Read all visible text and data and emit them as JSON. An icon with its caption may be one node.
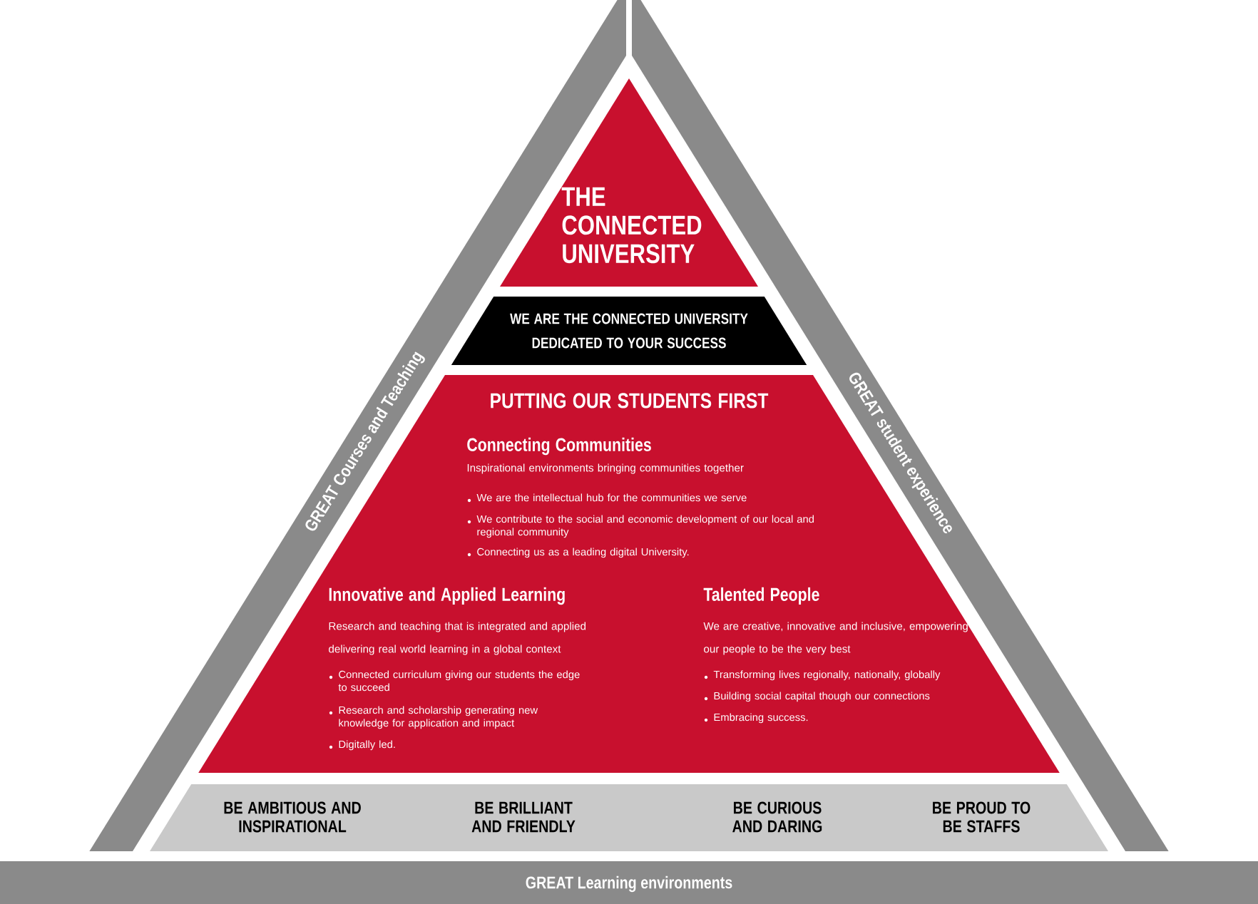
{
  "diagram": {
    "nodes": [
      {
        "text": [
          "THE CONNECTED UNIVERSITY"
        ]
      },
      {
        "text": [
          "WE ARE THE CONNECTED UNIVERSITY DEDICATED TO YOUR SUCCESS"
        ]
      },
      {
        "text": [
          "PUTTING OUR STUDENTS FIRST",
          "Connecting Communities",
          "Inspirational environments bringing communities together",
          "We are the intellectual hub for the communities we serve",
          "We contribute to the social and economic development of our local and regional community",
          "Connecting us as a leading digital University.",
          "Innovative and Applied Learning",
          "Research and teaching that is integrated and applied delivering real world learning in a global context",
          "Connected curriculum giving our students the edge to succeed",
          "Research and scholarship generating new knowledge for application and impact",
          "Digitally led.",
          "Talented People",
          "We are creative, innovative and inclusive, empowering our people to be the very best",
          "Transforming lives regionally, nationally, globally",
          "Building social capital though our connections",
          "Embracing success."
        ]
      },
      {
        "text": [
          "BE AMBITIOUS AND INSPIRATIONAL",
          "BE BRILLIANT AND FRIENDLY",
          "BE CURIOUS AND DARING",
          "BE PROUD TO BE STAFFS"
        ]
      },
      {
        "text": [
          "GREAT Courses and Teaching"
        ]
      },
      {
        "text": [
          "GREAT student experience"
        ]
      },
      {
        "text": [
          "GREAT Learning environments"
        ]
      }
    ]
  }
}
